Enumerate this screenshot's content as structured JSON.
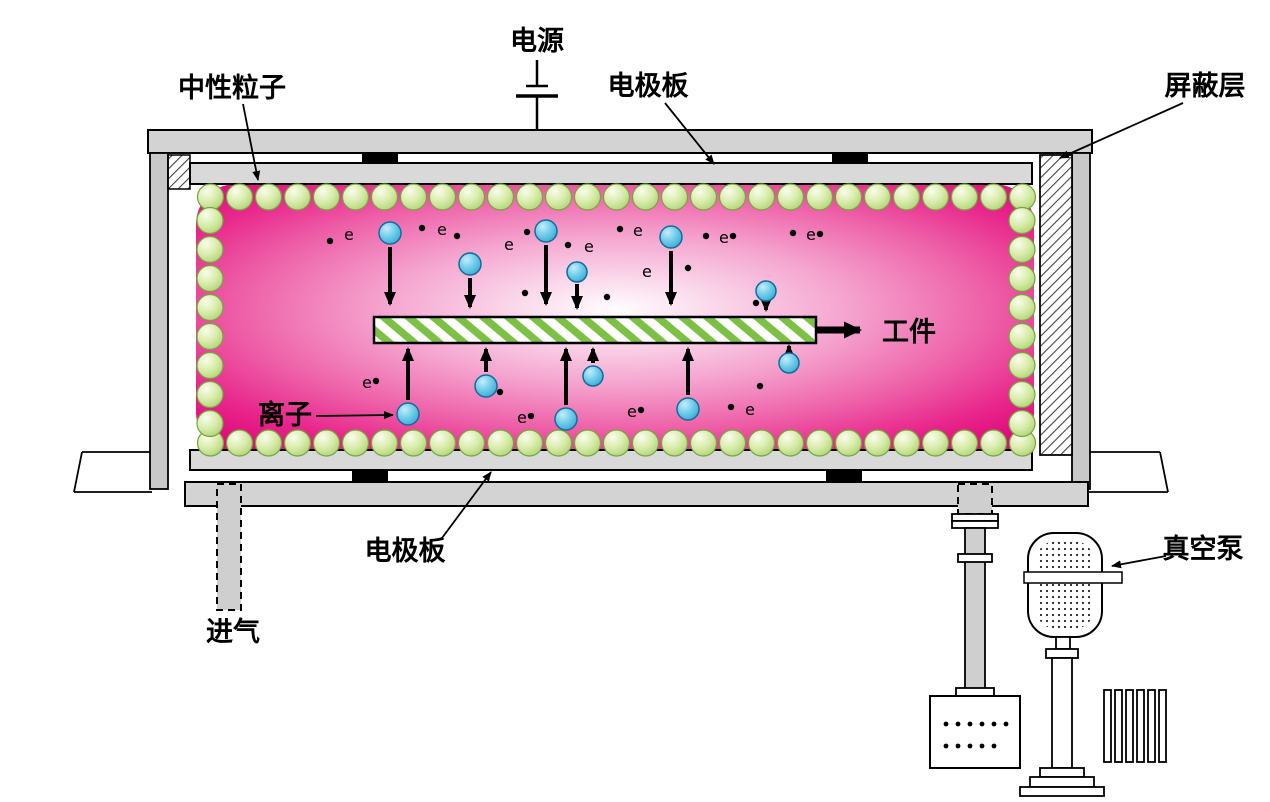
{
  "diagram": {
    "labels": {
      "power": "电源",
      "neutral_particle": "中性粒子",
      "electrode_top": "电极板",
      "shield_layer": "屏蔽层",
      "workpiece": "工件",
      "ion": "离子",
      "electrode_bottom": "电极板",
      "gas_inlet": "进气",
      "vacuum_pump": "真空泵",
      "electron": "e"
    },
    "colors": {
      "plasma_edge": "#e0077a",
      "plasma_center": "#fffdfe",
      "neutral_ball_green": "#cde89e",
      "ion_blue": "#58c0e6",
      "workpiece_hatch_green": "#7cc143",
      "metal_gray": "#d3d3d3",
      "outline_black": "#000000"
    }
  }
}
